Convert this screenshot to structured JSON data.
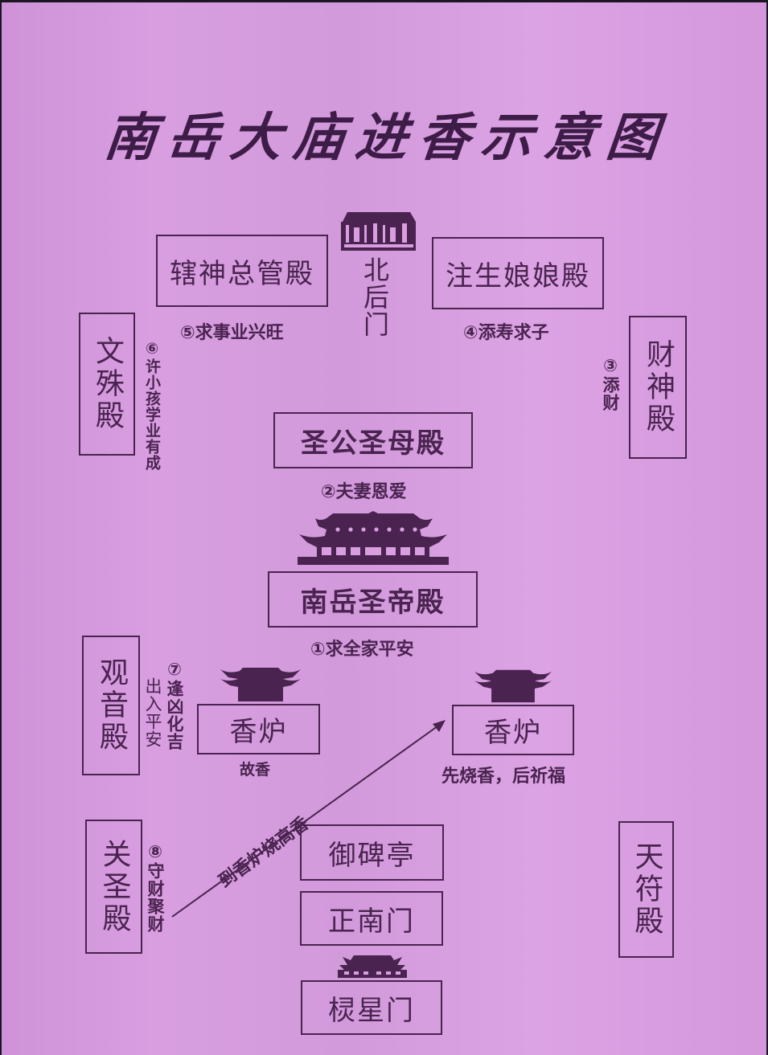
{
  "title": "南岳大庙进香示意图",
  "title_chars": [
    "南",
    "岳",
    "大",
    "庙",
    "进",
    "香",
    "示",
    "意",
    "图"
  ],
  "colors": {
    "paper": "#d89ee0",
    "ink": "#4a2350",
    "border": "#1a1622"
  },
  "north_gate": {
    "label": "北后门",
    "chars": [
      "北",
      "后",
      "门"
    ],
    "icon": "gate-building-icon"
  },
  "halls": {
    "xiashen": {
      "label": "辖神总管殿",
      "caption": "⑤求事业兴旺"
    },
    "zhusheng": {
      "label": "注生娘娘殿",
      "caption": "④添寿求子"
    },
    "wenshu": {
      "label": "文殊殿",
      "caption": "⑥许小孩学业有成"
    },
    "caishen": {
      "label": "财神殿",
      "caption": "③添财"
    },
    "shenggong": {
      "label": "圣公圣母殿",
      "caption": "②夫妻恩爱"
    },
    "nanyue": {
      "label": "南岳圣帝殿",
      "caption": "①求全家平安",
      "icon": "temple-hall-icon"
    },
    "guanyin": {
      "label": "观音殿",
      "caption_a": "⑦逢凶化吉",
      "caption_b": "出入平安"
    },
    "guansheng": {
      "label": "关圣殿",
      "caption": "⑧守财聚财"
    },
    "tianfu": {
      "label": "天符殿"
    }
  },
  "censers": {
    "left": {
      "label": "香炉",
      "caption": "故香",
      "icon": "pavilion-icon"
    },
    "right": {
      "label": "香炉",
      "caption": "先烧香，后祈福",
      "icon": "pavilion-icon"
    }
  },
  "route": {
    "label": "到香炉烧高香"
  },
  "south_axis": {
    "yubei": {
      "label": "御碑亭"
    },
    "zhengnan": {
      "label": "正南门"
    },
    "lingxing": {
      "label": "棂星门",
      "icon": "gate-roof-icon"
    }
  }
}
